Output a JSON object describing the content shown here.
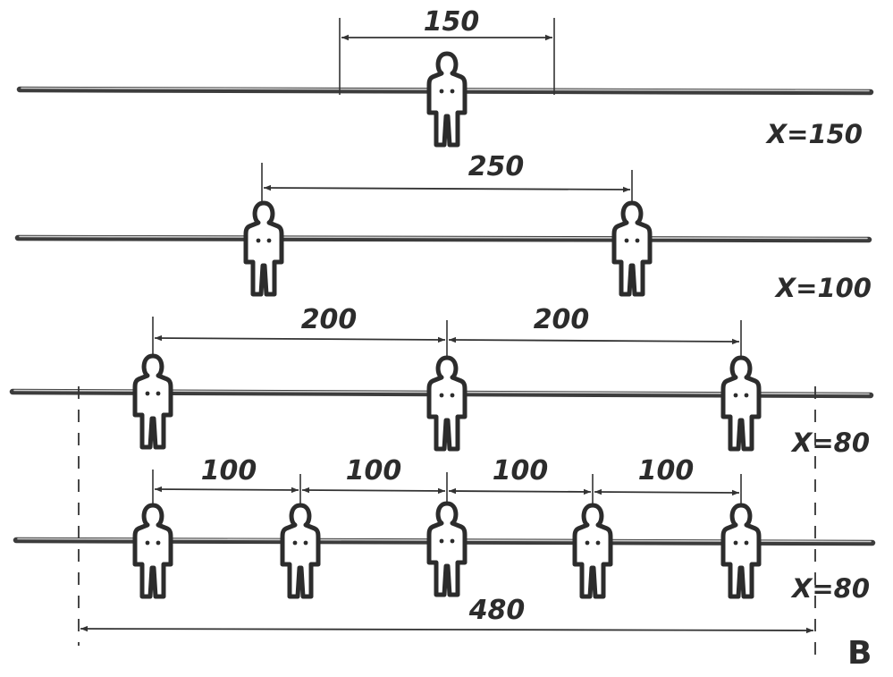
{
  "rows": [
    {
      "x_label": "X=150",
      "dims": [
        "150"
      ]
    },
    {
      "x_label": "X=100",
      "dims": [
        "250"
      ]
    },
    {
      "x_label": "X=80",
      "dims": [
        "200",
        "200"
      ]
    },
    {
      "x_label": "X=80",
      "dims": [
        "100",
        "100",
        "100",
        "100"
      ],
      "overall": "480"
    }
  ],
  "plate_label": "B"
}
